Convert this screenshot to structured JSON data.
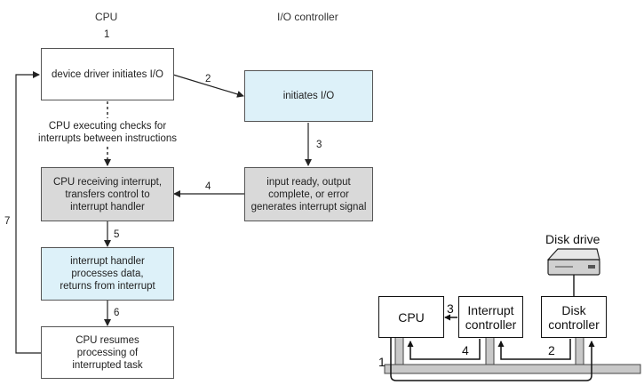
{
  "columns": {
    "cpu": "CPU",
    "io": "I/O controller"
  },
  "step_labels": {
    "s1": "1",
    "s2": "2",
    "s3": "3",
    "s4": "4",
    "s5": "5",
    "s6": "6",
    "s7": "7"
  },
  "boxes": {
    "driver": "device driver initiates I/O",
    "initiates": "initiates I/O",
    "receiving": "CPU receiving interrupt,\ntransfers control to\ninterrupt handler",
    "ready": "input ready, output\ncomplete, or error\ngenerates interrupt signal",
    "handler": "interrupt handler\nprocesses data,\nreturns from interrupt",
    "resumes": "CPU resumes\nprocessing of\ninterrupted task"
  },
  "cpu_note": "CPU executing checks for\ninterrupts between instructions",
  "hardware": {
    "disk_drive": "Disk drive",
    "cpu": "CPU",
    "interrupt_controller": "Interrupt\ncontroller",
    "disk_controller": "Disk\ncontroller",
    "labels": {
      "n1": "1",
      "n2": "2",
      "n3": "3",
      "n4": "4"
    }
  }
}
